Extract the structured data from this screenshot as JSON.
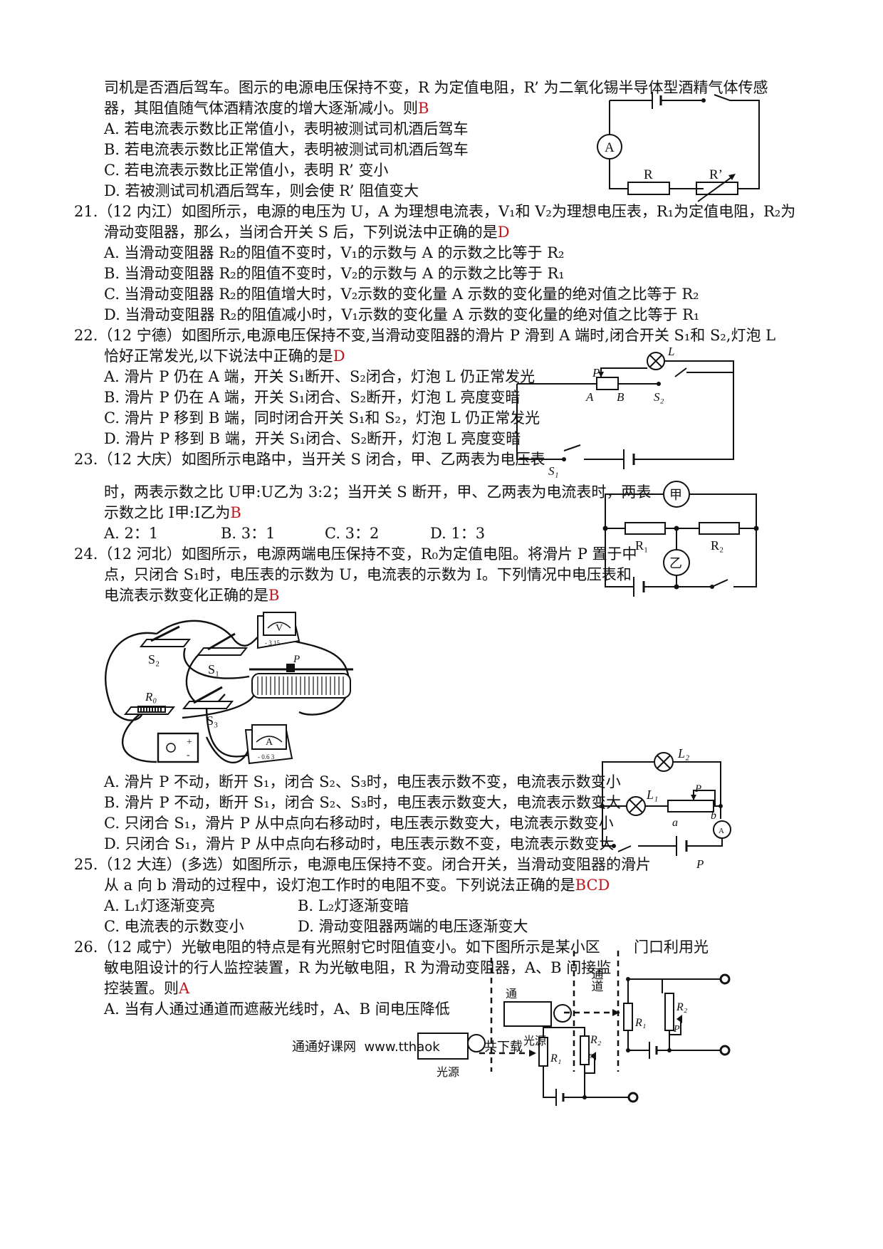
{
  "q20": {
    "lines": [
      "司机是否酒后驾车。图示的电源电压保持不变，R 为定值电阻，R’ 为二氧化锡半导体型酒精气体传感",
      "器，其阻值随气体酒精浓度的增大逐渐减小。则"
    ],
    "answer": "B",
    "options": [
      "A. 若电流表示数比正常值小，表明被测试司机酒后驾车",
      "B. 若电流表示数比正常值大，表明被测试司机酒后驾车",
      "C. 若电流表示数比正常值小，表明 R’ 变小",
      "D. 若被测试司机酒后驾车，则会使 R’ 阻值变大"
    ],
    "fig": {
      "ammeter": "A",
      "r": "R",
      "rp": "R’"
    }
  },
  "q21": {
    "lines": [
      "21.（12 内江）如图所示，电源的电压为 U，A 为理想电流表，V₁和 V₂为理想电压表，R₁为定值电阻，R₂为",
      "滑动变阻器，那么，当闭合开关 S 后，下列说法中正确的是"
    ],
    "answer": "D",
    "options": [
      "A. 当滑动变阻器 R₂的阻值不变时，V₁的示数与 A 的示数之比等于 R₂",
      "B. 当滑动变阻器 R₂的阻值不变时，V₂的示数与 A 的示数之比等于 R₁",
      "C. 当滑动变阻器 R₂的阻值增大时，V₂示数的变化量 A 示数的变化量的绝对值之比等于 R₂",
      "D. 当滑动变阻器 R₂的阻值减小时，V₁示数的变化量 A 示数的变化量的绝对值之比等于 R₁"
    ]
  },
  "q22": {
    "lines": [
      "22.（12 宁德）如图所示,电源电压保持不变,当滑动变阻器的滑片 P 滑到 A 端时,闭合开关 S₁和 S₂,灯泡 L",
      "恰好正常发光,以下说法中正确的是"
    ],
    "answer": "D",
    "options": [
      "A. 滑片 P 仍在 A 端，开关 S₁断开、S₂闭合，灯泡 L 仍正常发光",
      "B. 滑片 P 仍在 A 端，开关 S₁闭合、S₂断开，灯泡 L 亮度变暗",
      "C. 滑片 P 移到 B 端，同时闭合开关 S₁和 S₂，灯泡 L 仍正常发光",
      "D. 滑片 P 移到 B 端，开关 S₁闭合、S₂断开，灯泡 L 亮度变暗"
    ],
    "fig": {
      "L": "L",
      "P": "P",
      "A": "A",
      "B": "B",
      "S2": "S₂",
      "S1": "S₁"
    }
  },
  "q23": {
    "lines": [
      "23.（12 大庆）如图所示电路中，当开关 S 闭合，甲、乙两表为电压表",
      "时，两表示数之比 U甲:U乙为 3:2；当开关 S 断开，甲、乙两表为电流表时，两表",
      "示数之比 I甲:I乙为"
    ],
    "answer": "B",
    "options": [
      "A. 2：1",
      "B. 3：1",
      "C. 3：2",
      "D. 1：3"
    ],
    "fig": {
      "jia": "甲",
      "yi": "乙",
      "R1": "R₁",
      "R2": "R₂"
    }
  },
  "q24": {
    "lines": [
      "24.（12 河北）如图所示，电源两端电压保持不变，R₀为定值电阻。将滑片 P 置于中",
      "点，只闭合 S₁时，电压表的示数为 U，电流表的示数为 I。下列情况中电压表和",
      "电流表示数变化正确的是"
    ],
    "answer": "B",
    "options": [
      "A. 滑片 P 不动，断开 S₁，闭合 S₂、S₃时，电压表示数不变，电流表示数变小",
      "B. 滑片 P 不动，断开 S₁，闭合 S₂、S₃时，电压表示数变大，电流表示数变大",
      "C. 只闭合 S₁，滑片 P 从中点向右移动时，电压表示数变大，电流表示数变小",
      "D. 只闭合 S₁，滑片 P 从中点向右移动时，电压表示数不变，电流表示数变大"
    ],
    "fig": {
      "S2": "S₂",
      "S1": "S₁",
      "S3": "S₃",
      "R0": "R₀",
      "V": "V",
      "A": "A",
      "P": "P",
      "vscale": "- 3 15",
      "ascale": "- 0.6 3"
    }
  },
  "q25": {
    "lines": [
      "25.（12 大连）(多选）如图所示，电源电压保持不变。闭合开关，当滑动变阻器的滑片",
      "从 a 向 b 滑动的过程中，设灯泡工作时的电阻不变。下列说法正确的是"
    ],
    "answer": "BCD",
    "options": [
      "A. L₁灯逐渐变亮",
      "B. L₂灯逐渐变暗",
      "C. 电流表的示数变小",
      "D. 滑动变阻器两端的电压逐渐变大"
    ],
    "fig": {
      "L2": "L₂",
      "L1": "L₁",
      "P": "P",
      "a": "a",
      "b": "b",
      "A": "A",
      "Pbelow": "P"
    }
  },
  "q26": {
    "lines": [
      "26.（12 咸宁）光敏电阻的特点是有光照射它时阻值变小。如下图所示是某小区",
      "敏电阻设计的行人监控装置，R 为光敏电阻，R 为滑动变阻器，A、B 间接监",
      "控装置。则"
    ],
    "tail": "门口利用光",
    "answer": "A",
    "options": [
      "A. 当有人通过通道而遮蔽光线时，A、B 间电压降低"
    ],
    "fig": {
      "tongdao": "通道",
      "tong": "通",
      "guangyuan": "光源",
      "R1": "R₁",
      "R2": "R₂",
      "P": "P"
    }
  },
  "footer": {
    "left": "通通好课网",
    "url": "www.tthaok",
    "right": "共下载"
  }
}
